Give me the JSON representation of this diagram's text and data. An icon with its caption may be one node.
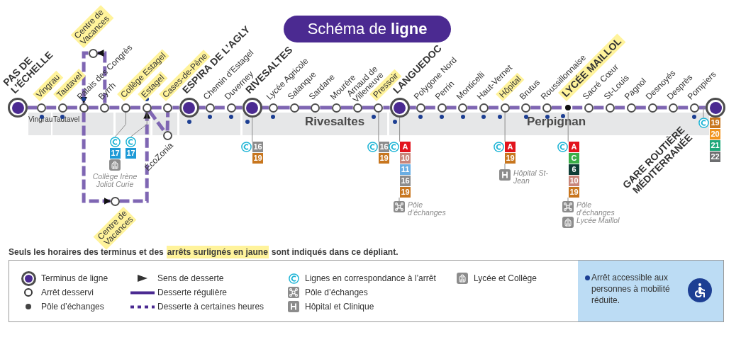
{
  "diagram": {
    "title": "Schéma de **ligne**",
    "nodes": [
      {
        "text": [
          "PAS DE L’ÉCHELLE"
        ]
      },
      {
        "text": [
          "Vingrau"
        ]
      },
      {
        "text": [
          "Tautavel"
        ]
      },
      {
        "text": [
          "Palais des Congrès"
        ]
      },
      {
        "text": [
          "Byrrh"
        ]
      },
      {
        "text": [
          "Collège Estagel"
        ]
      },
      {
        "text": [
          "Estagel"
        ]
      },
      {
        "text": [
          "Cases-de-Pène"
        ]
      },
      {
        "text": [
          "ESPIRA DE L’AGLY"
        ]
      },
      {
        "text": [
          "Chemin d’Estagel"
        ]
      },
      {
        "text": [
          "Duverney"
        ]
      },
      {
        "text": [
          "RIVESALTES"
        ]
      },
      {
        "text": [
          "Lycée Agricole"
        ]
      },
      {
        "text": [
          "Salanque"
        ]
      },
      {
        "text": [
          "Sardane"
        ]
      },
      {
        "text": [
          "Mourère"
        ]
      },
      {
        "text": [
          "Arnaud de Villeneuve"
        ]
      },
      {
        "text": [
          "Pressoir"
        ]
      },
      {
        "text": [
          "LANGUEDOC"
        ]
      },
      {
        "text": [
          "Polygone Nord"
        ]
      },
      {
        "text": [
          "Perrin"
        ]
      },
      {
        "text": [
          "Monticelli"
        ]
      },
      {
        "text": [
          "Haut-Vernet"
        ]
      },
      {
        "text": [
          "Hôpital"
        ]
      },
      {
        "text": [
          "Brutus"
        ]
      },
      {
        "text": [
          "Roussillonnaise"
        ]
      },
      {
        "text": [
          "LYCÉE MAILLOL"
        ]
      },
      {
        "text": [
          "Sacré Cœur"
        ]
      },
      {
        "text": [
          "St-Louis"
        ]
      },
      {
        "text": [
          "Pagnol"
        ]
      },
      {
        "text": [
          "Desnoyés"
        ]
      },
      {
        "text": [
          "Desprès"
        ]
      },
      {
        "text": [
          "Pompiers"
        ]
      },
      {
        "text": [
          "GARE ROUTIÈRE MÉDITERRANÉE"
        ]
      },
      {
        "text": [
          "Centre de Vacances"
        ]
      },
      {
        "text": [
          "ÉcoZonia"
        ]
      },
      {
        "text": [
          "Centre de Vacances"
        ]
      },
      {
        "text": [
          "17"
        ]
      },
      {
        "text": [
          "17"
        ]
      },
      {
        "text": [
          "16",
          "19"
        ]
      },
      {
        "text": [
          "16",
          "19"
        ]
      },
      {
        "text": [
          "A",
          "10",
          "11",
          "16",
          "19"
        ]
      },
      {
        "text": [
          "A",
          "19"
        ]
      },
      {
        "text": [
          "A",
          "C",
          "6",
          "10",
          "19"
        ]
      },
      {
        "text": [
          "19",
          "20",
          "21",
          "22"
        ]
      },
      {
        "text": [
          "Collège Irène Joliot Curie"
        ]
      },
      {
        "text": [
          "Pôle d’échanges"
        ]
      },
      {
        "text": [
          "Hôpital St-Jean"
        ]
      },
      {
        "text": [
          "Pôle d’échanges"
        ]
      },
      {
        "text": [
          "Lycée Maillol"
        ]
      }
    ],
    "edges": [
      {
        "from": 0,
        "to": 1,
        "arrow": "none",
        "style": "dashed"
      },
      {
        "from": 1,
        "to": 2,
        "arrow": "none",
        "style": "dashed"
      },
      {
        "from": 2,
        "to": 3,
        "arrow": "none",
        "style": "dashed"
      },
      {
        "from": 3,
        "to": 4,
        "arrow": "none",
        "style": "dashed"
      },
      {
        "from": 4,
        "to": 5,
        "arrow": "none",
        "style": "dashed"
      },
      {
        "from": 5,
        "to": 6,
        "arrow": "none",
        "style": "dashed"
      },
      {
        "from": 6,
        "to": 7,
        "arrow": "none",
        "style": "dashed"
      },
      {
        "from": 7,
        "to": 8,
        "arrow": "none"
      },
      {
        "from": 8,
        "to": 9,
        "arrow": "none",
        "style": "dashed"
      },
      {
        "from": 9,
        "to": 10,
        "arrow": "none",
        "style": "dashed"
      },
      {
        "from": 10,
        "to": 11,
        "arrow": "none"
      },
      {
        "from": 11,
        "to": 12,
        "arrow": "none"
      },
      {
        "from": 12,
        "to": 13,
        "arrow": "none"
      },
      {
        "from": 13,
        "to": 14,
        "arrow": "none"
      },
      {
        "from": 14,
        "to": 15,
        "arrow": "none"
      },
      {
        "from": 15,
        "to": 16,
        "arrow": "none"
      },
      {
        "from": 16,
        "to": 17,
        "arrow": "none"
      },
      {
        "from": 17,
        "to": 18,
        "arrow": "none"
      },
      {
        "from": 18,
        "to": 19,
        "arrow": "none",
        "style": "dashed"
      },
      {
        "from": 19,
        "to": 20,
        "arrow": "none",
        "style": "dashed"
      },
      {
        "from": 20,
        "to": 21,
        "arrow": "none",
        "style": "dashed"
      },
      {
        "from": 21,
        "to": 22,
        "arrow": "none",
        "style": "dashed"
      },
      {
        "from": 22,
        "to": 23,
        "arrow": "none",
        "style": "dashed"
      },
      {
        "from": 23,
        "to": 24,
        "arrow": "none",
        "style": "dashed"
      },
      {
        "from": 24,
        "to": 25,
        "arrow": "none",
        "style": "dashed"
      },
      {
        "from": 25,
        "to": 26,
        "arrow": "none",
        "style": "dashed"
      },
      {
        "from": 26,
        "to": 27,
        "arrow": "none",
        "style": "dashed"
      },
      {
        "from": 27,
        "to": 28,
        "arrow": "none",
        "style": "dashed"
      },
      {
        "from": 28,
        "to": 29,
        "arrow": "none",
        "style": "dashed"
      },
      {
        "from": 29,
        "to": 30,
        "arrow": "none",
        "style": "dashed"
      },
      {
        "from": 30,
        "to": 31,
        "arrow": "none",
        "style": "dashed"
      },
      {
        "from": 31,
        "to": 32,
        "arrow": "none",
        "style": "dashed"
      },
      {
        "from": 32,
        "to": 33,
        "arrow": "none",
        "style": "dashed"
      },
      {
        "from": 4,
        "to": 34,
        "arrow": "to",
        "style": "dashed"
      },
      {
        "from": 34,
        "to": 3,
        "arrow": "to",
        "style": "dashed"
      },
      {
        "from": 3,
        "to": 36,
        "arrow": "to",
        "style": "dashed"
      },
      {
        "from": 36,
        "to": 6,
        "arrow": "to",
        "style": "dashed"
      },
      {
        "from": 6,
        "to": 35,
        "arrow": "none",
        "style": "dashed"
      },
      {
        "from": 35,
        "to": 7,
        "arrow": "none",
        "style": "dashed"
      },
      {
        "from": 5,
        "to": 37,
        "arrow": "none",
        "color": "#8c8c8c"
      },
      {
        "from": 6,
        "to": 38,
        "arrow": "none",
        "color": "#8c8c8c"
      },
      {
        "from": 11,
        "to": 39,
        "arrow": "none",
        "color": "#8c8c8c"
      },
      {
        "from": 17,
        "to": 40,
        "arrow": "none",
        "color": "#8c8c8c"
      },
      {
        "from": 18,
        "to": 41,
        "arrow": "none",
        "color": "#8c8c8c"
      },
      {
        "from": 23,
        "to": 42,
        "arrow": "none",
        "color": "#8c8c8c"
      },
      {
        "from": 26,
        "to": 43,
        "arrow": "none",
        "color": "#8c8c8c"
      },
      {
        "from": 44,
        "to": 33,
        "arrow": "none",
        "color": "#8c8c8c"
      },
      {
        "from": 41,
        "to": 46,
        "arrow": "none",
        "color": "#8c8c8c"
      },
      {
        "from": 42,
        "to": 47,
        "arrow": "none",
        "color": "#8c8c8c"
      },
      {
        "from": 43,
        "to": 48,
        "arrow": "none",
        "color": "#8c8c8c"
      }
    ],
    "labels": [
      "Vingrau",
      "Tautavel",
      "Rivesaltes",
      "Perpignan",
      "Seuls les horaires des terminus et des",
      "arrêts surlignés en jaune",
      "sont indiqués dans ce dépliant."
    ],
    "legend": [
      {
        "text": "Terminus de ligne"
      },
      {
        "text": "Arrêt desservi"
      },
      {
        "text": "Pôle d’échanges"
      },
      {
        "text": "Sens de desserte"
      },
      {
        "text": "Desserte régulière"
      },
      {
        "text": "Desserte à certaines heures"
      },
      {
        "text": "Lignes en correspondance à l’arrêt"
      },
      {
        "text": "Pôle d’échanges"
      },
      {
        "text": "Hôpital et Clinique"
      },
      {
        "text": "Lycée et Collège"
      },
      {
        "text": "Arrêt accessible aux personnes à mobilité réduite."
      }
    ]
  }
}
